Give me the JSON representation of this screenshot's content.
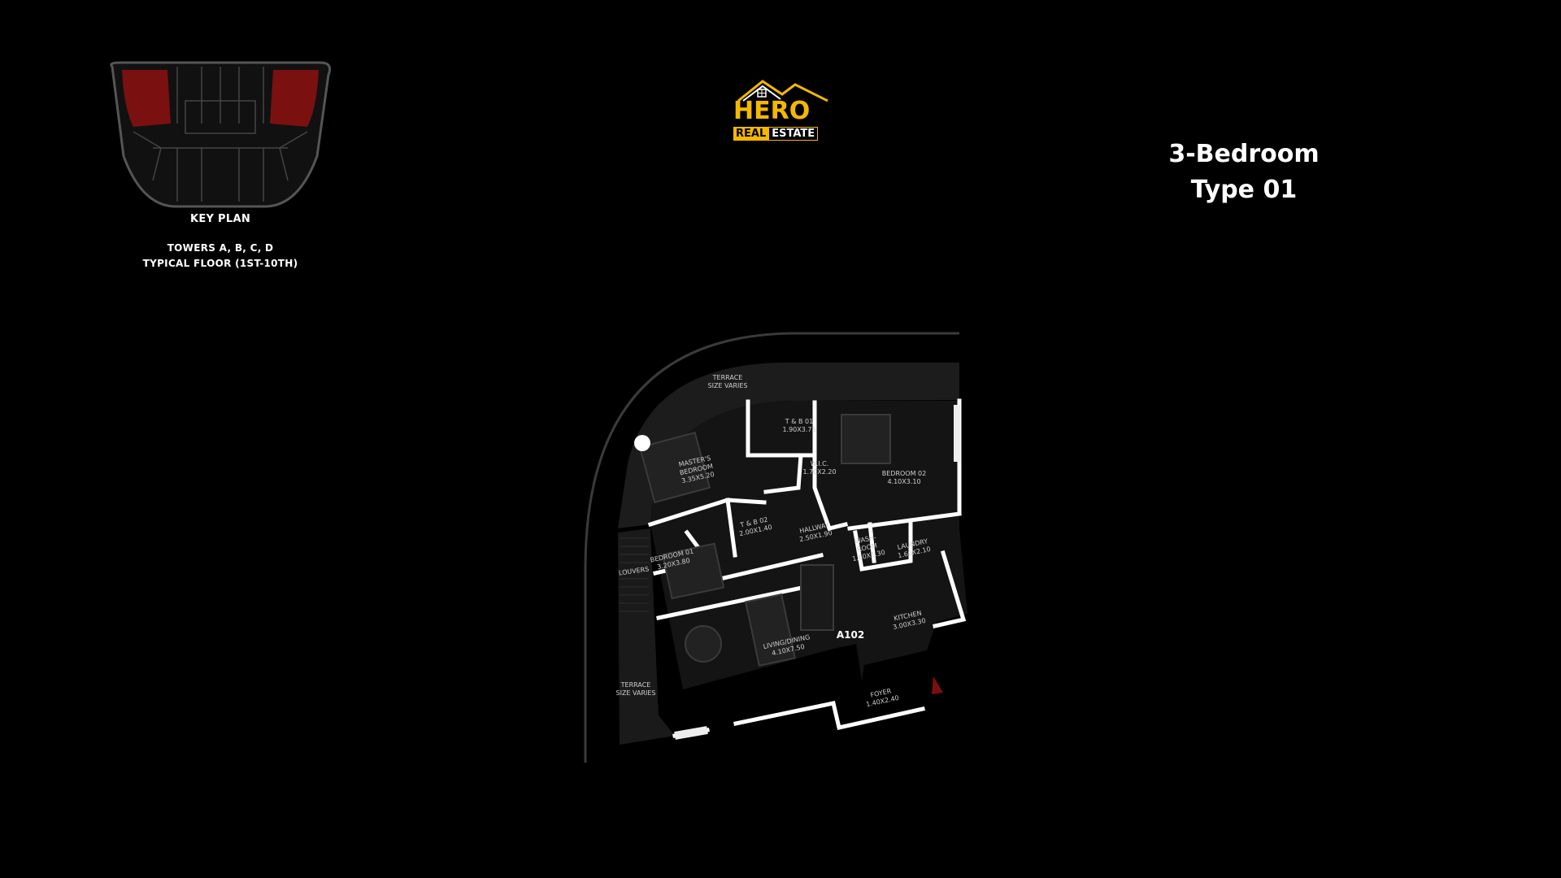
{
  "key_plan": {
    "title": "KEY PLAN",
    "towers": "TOWERS A, B, C, D",
    "floors": "TYPICAL FLOOR (1ST-10TH)",
    "highlight_color": "#7a1010"
  },
  "logo": {
    "word_main": "HERO",
    "word_real": "REAL",
    "word_estate": "ESTATE",
    "brand_color": "#f5b800"
  },
  "unit": {
    "line1": "3-Bedroom",
    "line2": "Type 01",
    "code": "A102"
  },
  "rooms": {
    "terrace_top": {
      "name": "TERRACE",
      "size": "SIZE VARIES"
    },
    "tb01": {
      "name": "T & B 01",
      "size": "1.90X3.75"
    },
    "master": {
      "name": "MASTER'S",
      "name2": "BEDROOM",
      "size": "3.35X5.20"
    },
    "wic": {
      "name": "W.I.C.",
      "size": "1.70X2.20"
    },
    "bedroom02": {
      "name": "BEDROOM 02",
      "size": "4.10X3.10"
    },
    "tb02": {
      "name": "T & B 02",
      "size": "2.00X1.40"
    },
    "hallway": {
      "name": "HALLWAY",
      "size": "2.50X1.90"
    },
    "washroom": {
      "name": "WASH-",
      "name2": "ROOM",
      "size": "1.60X1.30"
    },
    "laundry": {
      "name": "LAUNDRY",
      "size": "1.60X2.10"
    },
    "bedroom01": {
      "name": "BEDROOM 01",
      "size": "3.20X3.80"
    },
    "louvers": {
      "name": "LOUVERS"
    },
    "living": {
      "name": "LIVING/DINING",
      "size": "4.10X7.50"
    },
    "kitchen": {
      "name": "KITCHEN",
      "size": "3.00X3.30"
    },
    "foyer": {
      "name": "FOYER",
      "size": "1.40X2.40"
    },
    "terrace_bottom": {
      "name": "TERRACE",
      "size": "SIZE VARIES"
    }
  }
}
